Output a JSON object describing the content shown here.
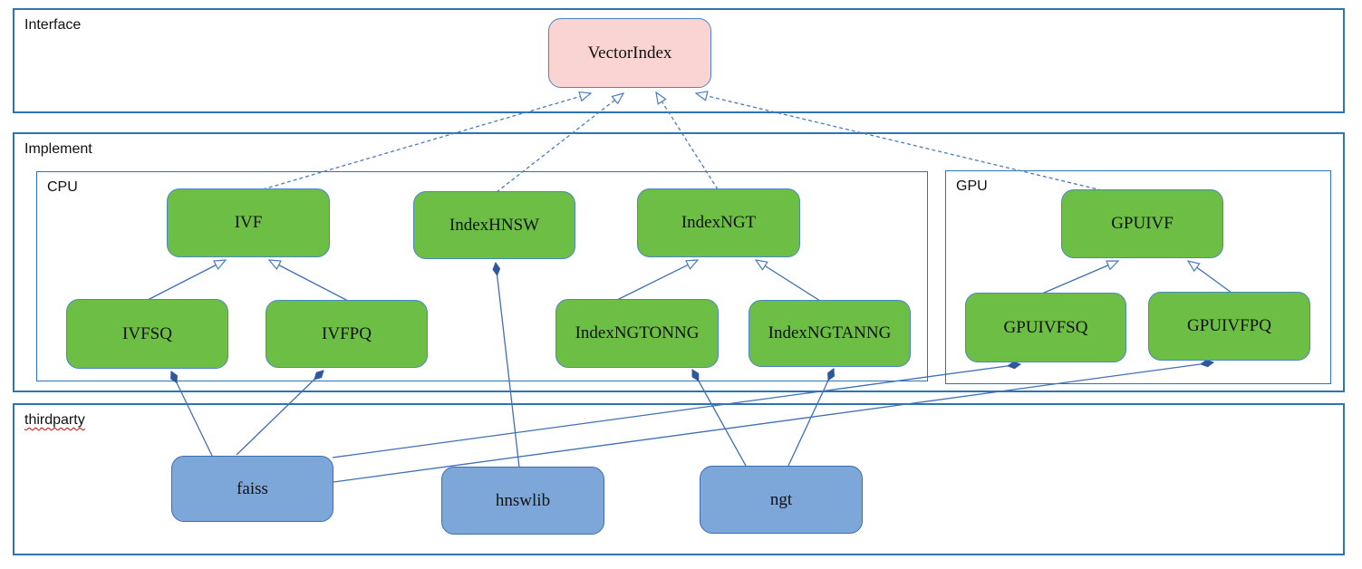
{
  "diagram": {
    "containers": {
      "interface": {
        "label": "Interface"
      },
      "implement": {
        "label": "Implement"
      },
      "cpu": {
        "label": "CPU"
      },
      "gpu": {
        "label": "GPU"
      },
      "thirdparty": {
        "label": "thirdparty"
      }
    },
    "nodes": {
      "vectorindex": {
        "label": "VectorIndex",
        "fill": "#f9d4d2",
        "group": "interface"
      },
      "ivf": {
        "label": "IVF",
        "fill": "#6cbe45",
        "group": "cpu"
      },
      "indexhnsw": {
        "label": "IndexHNSW",
        "fill": "#6cbe45",
        "group": "cpu"
      },
      "indexngt": {
        "label": "IndexNGT",
        "fill": "#6cbe45",
        "group": "cpu"
      },
      "ivfsq": {
        "label": "IVFSQ",
        "fill": "#6cbe45",
        "group": "cpu"
      },
      "ivfpq": {
        "label": "IVFPQ",
        "fill": "#6cbe45",
        "group": "cpu"
      },
      "indexngtonng": {
        "label": "IndexNGTONNG",
        "fill": "#6cbe45",
        "group": "cpu"
      },
      "indexngtanng": {
        "label": "IndexNGTANNG",
        "fill": "#6cbe45",
        "group": "cpu"
      },
      "gpuivf": {
        "label": "GPUIVF",
        "fill": "#6cbe45",
        "group": "gpu"
      },
      "gpuivfsq": {
        "label": "GPUIVFSQ",
        "fill": "#6cbe45",
        "group": "gpu"
      },
      "gpuivfpq": {
        "label": "GPUIVFPQ",
        "fill": "#6cbe45",
        "group": "gpu"
      },
      "faiss": {
        "label": "faiss",
        "fill": "#7da7d8",
        "group": "thirdparty"
      },
      "hnswlib": {
        "label": "hnswlib",
        "fill": "#7da7d8",
        "group": "thirdparty"
      },
      "ngt": {
        "label": "ngt",
        "fill": "#7da7d8",
        "group": "thirdparty"
      }
    },
    "edges": [
      {
        "from": "IVF",
        "to": "VectorIndex",
        "type": "realization"
      },
      {
        "from": "IndexHNSW",
        "to": "VectorIndex",
        "type": "realization"
      },
      {
        "from": "IndexNGT",
        "to": "VectorIndex",
        "type": "realization"
      },
      {
        "from": "GPUIVF",
        "to": "VectorIndex",
        "type": "realization"
      },
      {
        "from": "IVFSQ",
        "to": "IVF",
        "type": "inheritance"
      },
      {
        "from": "IVFPQ",
        "to": "IVF",
        "type": "inheritance"
      },
      {
        "from": "IndexNGTONNG",
        "to": "IndexNGT",
        "type": "inheritance"
      },
      {
        "from": "IndexNGTANNG",
        "to": "IndexNGT",
        "type": "inheritance"
      },
      {
        "from": "GPUIVFSQ",
        "to": "GPUIVF",
        "type": "inheritance"
      },
      {
        "from": "GPUIVFPQ",
        "to": "GPUIVF",
        "type": "inheritance"
      },
      {
        "from": "IVFSQ",
        "to": "faiss",
        "type": "composition"
      },
      {
        "from": "IVFPQ",
        "to": "faiss",
        "type": "composition"
      },
      {
        "from": "GPUIVFSQ",
        "to": "faiss",
        "type": "composition"
      },
      {
        "from": "GPUIVFPQ",
        "to": "faiss",
        "type": "composition"
      },
      {
        "from": "IndexHNSW",
        "to": "hnswlib",
        "type": "composition"
      },
      {
        "from": "IndexNGTONNG",
        "to": "ngt",
        "type": "composition"
      },
      {
        "from": "IndexNGTANNG",
        "to": "ngt",
        "type": "composition"
      }
    ],
    "colors": {
      "node_green": "#6cbe45",
      "node_pink": "#f9d4d2",
      "node_blue": "#7da7d8",
      "node_border": "#4a86c8",
      "container_border": "#2e74b5",
      "edge_line": "#3f6fb5",
      "edge_dashed": "#4a7cc0",
      "diamond_fill": "#31569b",
      "spellcheck_underline": "#e00000"
    }
  }
}
